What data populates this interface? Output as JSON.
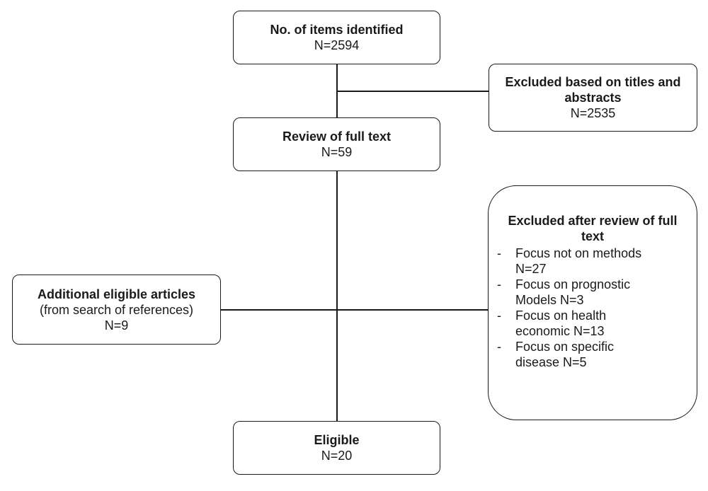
{
  "nodes": {
    "identified": {
      "title": "No. of items identified",
      "count": "N=2594"
    },
    "excluded_titles": {
      "title_line1": "Excluded based on titles and",
      "title_line2": "abstracts",
      "count": "N=2535"
    },
    "full_text": {
      "title": "Review of full text",
      "count": "N=59"
    },
    "additional": {
      "title": "Additional eligible articles",
      "subtitle": "(from search of references)",
      "count": "N=9"
    },
    "excluded_full": {
      "title_line1": "Excluded after review of full",
      "title_line2": "text",
      "bullet": "-",
      "items": [
        {
          "line1": "Focus not on methods",
          "line2": "N=27"
        },
        {
          "line1": "Focus on prognostic",
          "line2": "Models N=3"
        },
        {
          "line1": "Focus on health",
          "line2": "economic N=13"
        },
        {
          "line1": "Focus on specific",
          "line2": "disease  N=5"
        }
      ]
    },
    "eligible": {
      "title": "Eligible",
      "count": "N=20"
    }
  }
}
